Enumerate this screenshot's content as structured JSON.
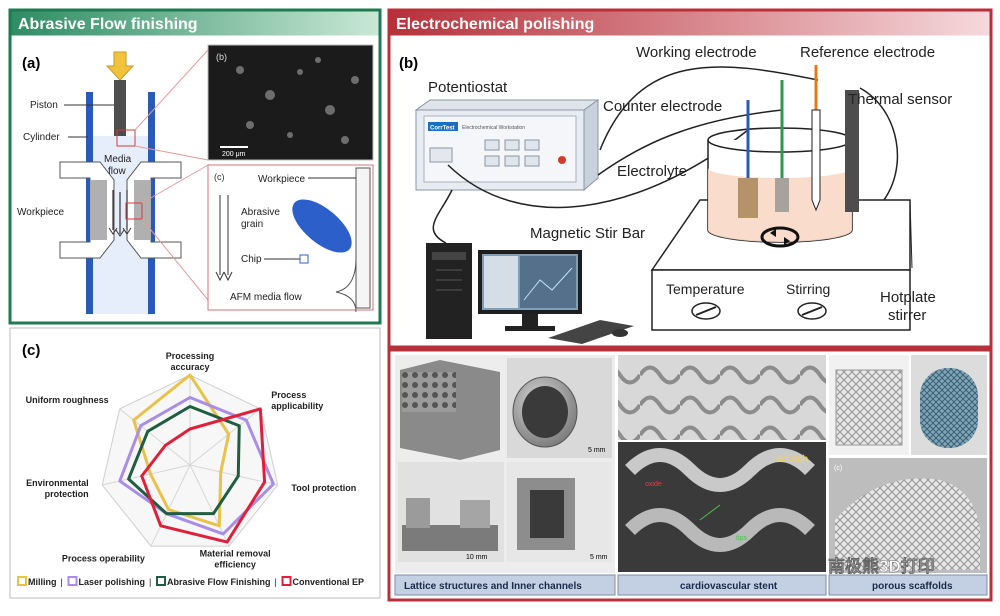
{
  "afm": {
    "title": "Abrasive Flow finishing",
    "panel_label": "(a)",
    "labels": {
      "piston": "Piston",
      "cylinder": "Cylinder",
      "media_flow": "Media\nflow",
      "workpiece": "Workpiece"
    },
    "micro_label": "(b)",
    "scale_bar": "200 μm",
    "inset_label": "(c)",
    "inset": {
      "workpiece": "Workpiece",
      "abrasive_grain": "Abrasive\ngrain",
      "chip": "Chip",
      "flow": "AFM media flow"
    }
  },
  "radar": {
    "panel_label": "(c)",
    "axes": [
      "Processing\naccuracy",
      "Process\napplicability",
      "Tool protection",
      "Material removal\nefficiency",
      "Process operability",
      "Environmental\nprotection",
      "Uniform roughness"
    ],
    "legend": [
      {
        "name": "Milling",
        "color": "#e8c24a"
      },
      {
        "name": "Laser polishing",
        "color": "#a98de6"
      },
      {
        "name": "Abrasive Flow Finishing",
        "color": "#1f5d40"
      },
      {
        "name": "Conventional EP",
        "color": "#e0203a"
      }
    ],
    "legend_separator": "|"
  },
  "ep": {
    "title": "Electrochemical polishing",
    "panel_label": "(b)",
    "labels": {
      "potentiostat": "Potentiostat",
      "working": "Working electrode",
      "reference": "Reference electrode",
      "counter": "Counter electrode",
      "thermal": "Thermal sensor",
      "electrolyte": "Electrolyte",
      "stir_bar": "Magnetic Stir Bar",
      "temperature": "Temperature",
      "stirring": "Stirring",
      "hotplate": "Hotplate\nstirrer"
    },
    "device_brand": "CorrTest",
    "device_model": "Electrochemical Workstation"
  },
  "gallery": {
    "captions": [
      "Lattice structures and Inner channels",
      "cardiovascular stent",
      "porous scaffolds"
    ],
    "scales": [
      "5 mm",
      "10 mm",
      "5 mm"
    ],
    "stent_labels": [
      "scratch",
      "oxide",
      "tips"
    ],
    "scaffold_label": "(c)"
  },
  "watermark": "南极熊3D打印"
}
